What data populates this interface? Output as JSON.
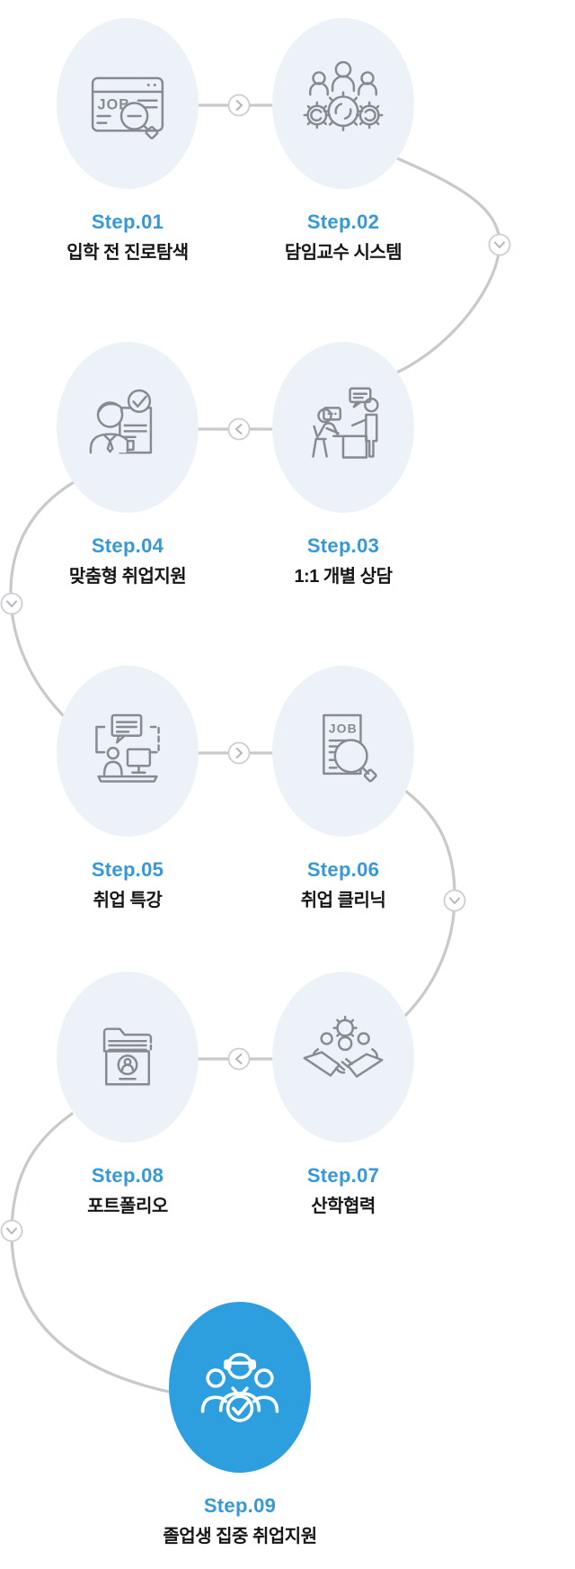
{
  "diagram_title": "Employment support 9-step process",
  "colors": {
    "accent_blue": "#3598d8",
    "highlight_circle": "#2d9fde",
    "circle_bg": "#edf2f8",
    "icon_gray": "#878b91",
    "connector_gray": "#c7c9cc",
    "title_text": "#161616",
    "background": "#ffffff"
  },
  "steps": [
    {
      "label": "Step.01",
      "title": "입학 전 진로탐색",
      "icon": "job-search-browser-icon",
      "highlight": false
    },
    {
      "label": "Step.02",
      "title": "담임교수 시스템",
      "icon": "team-gears-icon",
      "highlight": false
    },
    {
      "label": "Step.03",
      "title": "1:1 개별 상담",
      "icon": "counseling-icon",
      "highlight": false
    },
    {
      "label": "Step.04",
      "title": "맞춤형 취업지원",
      "icon": "person-checklist-icon",
      "highlight": false
    },
    {
      "label": "Step.05",
      "title": "취업 특강",
      "icon": "lecture-icon",
      "highlight": false
    },
    {
      "label": "Step.06",
      "title": "취업 클리닉",
      "icon": "job-document-search-icon",
      "highlight": false
    },
    {
      "label": "Step.07",
      "title": "산학협력",
      "icon": "handshake-icon",
      "highlight": false
    },
    {
      "label": "Step.08",
      "title": "포트폴리오",
      "icon": "portfolio-folder-icon",
      "highlight": false
    },
    {
      "label": "Step.09",
      "title": "졸업생 집중 취업지원",
      "icon": "graduates-team-icon",
      "highlight": true
    }
  ],
  "flow": [
    {
      "from": "Step.01",
      "to": "Step.02",
      "arrow": "right"
    },
    {
      "from": "Step.02",
      "to": "Step.03",
      "arrow": "down"
    },
    {
      "from": "Step.03",
      "to": "Step.04",
      "arrow": "left"
    },
    {
      "from": "Step.04",
      "to": "Step.05",
      "arrow": "down"
    },
    {
      "from": "Step.05",
      "to": "Step.06",
      "arrow": "right"
    },
    {
      "from": "Step.06",
      "to": "Step.07",
      "arrow": "down"
    },
    {
      "from": "Step.07",
      "to": "Step.08",
      "arrow": "left"
    },
    {
      "from": "Step.08",
      "to": "Step.09",
      "arrow": "down"
    }
  ]
}
